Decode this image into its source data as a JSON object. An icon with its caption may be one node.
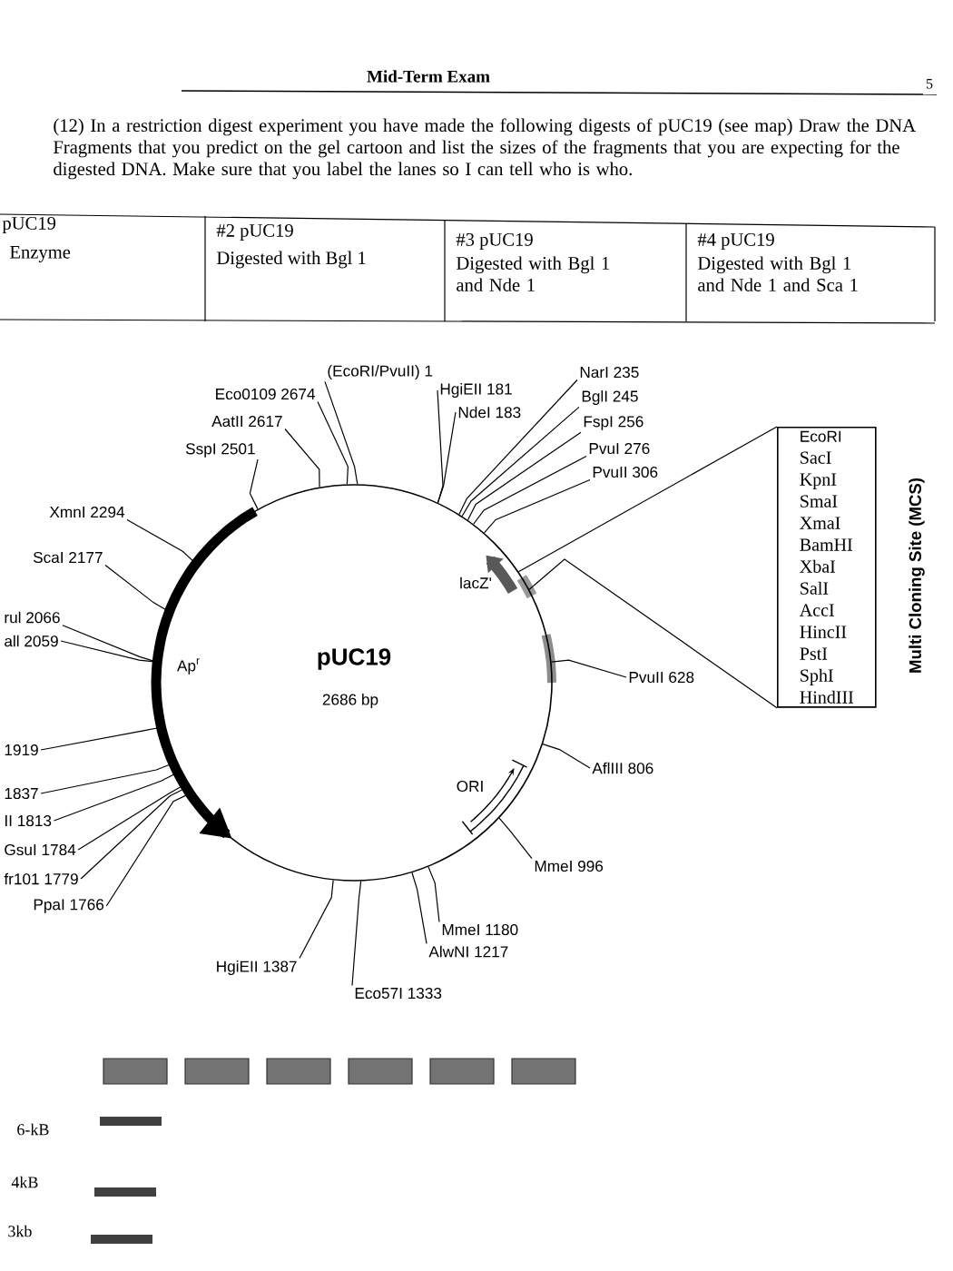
{
  "diagram": {
    "title": "Mid-Term Exam",
    "nodes": [
      {
        "text": [
          "(EcoRI/PvuII) 1"
        ]
      },
      {
        "text": [
          "HgiEII 181"
        ]
      },
      {
        "text": [
          "NdeI 183"
        ]
      },
      {
        "text": [
          "Eco0109 2674"
        ]
      },
      {
        "text": [
          "AatII 2617"
        ]
      },
      {
        "text": [
          "NarI 235"
        ]
      },
      {
        "text": [
          "BglI 245"
        ]
      },
      {
        "text": [
          "SspI 2501"
        ]
      },
      {
        "text": [
          "FspI 256"
        ]
      },
      {
        "text": [
          "PvuI 276"
        ]
      },
      {
        "text": [
          "PvuII 306"
        ]
      },
      {
        "text": [
          "XmnI 2294"
        ]
      },
      {
        "text": [
          "ScaI 2177"
        ]
      },
      {
        "text": [
          "EcoRI",
          "SacI",
          "KpnI",
          "SmaI",
          "XmaI",
          "BamHI",
          "XbaI",
          "SalI",
          "AccI",
          "HincII",
          "PstI",
          "SphI",
          "HindIII"
        ],
        "beside": [
          "Multi Cloning Site (MCS)"
        ]
      },
      {
        "text": [
          "rul 2066"
        ]
      },
      {
        "text": [
          "all 2059"
        ]
      },
      {
        "text": [
          "PvuII 628"
        ]
      },
      {
        "text": [
          "1919"
        ]
      },
      {
        "text": [
          "AflIII 806"
        ]
      },
      {
        "text": [
          "1837"
        ]
      },
      {
        "text": [
          "II 1813"
        ]
      },
      {
        "text": [
          "GsuI 1784"
        ]
      },
      {
        "text": [
          "MmeI 996"
        ]
      },
      {
        "text": [
          "fr101 1779"
        ]
      },
      {
        "text": [
          "PpaI 1766"
        ]
      },
      {
        "text": [
          "MmeI 1180"
        ]
      },
      {
        "text": [
          "AlwNI 1217"
        ]
      },
      {
        "text": [
          "HgiEII 1387"
        ]
      },
      {
        "text": [
          "Eco57I 1333"
        ]
      },
      {
        "text": [],
        "shape": "circle"
      }
    ],
    "edges": [
      {
        "from": 0,
        "to": 29,
        "arrow": "none"
      },
      {
        "from": 1,
        "to": 29,
        "arrow": "none"
      },
      {
        "from": 2,
        "to": 29,
        "arrow": "none"
      },
      {
        "from": 3,
        "to": 29,
        "arrow": "none"
      },
      {
        "from": 4,
        "to": 29,
        "arrow": "none"
      },
      {
        "from": 5,
        "to": 29,
        "arrow": "none"
      },
      {
        "from": 6,
        "to": 29,
        "arrow": "none"
      },
      {
        "from": 7,
        "to": 29,
        "arrow": "none"
      },
      {
        "from": 8,
        "to": 29,
        "arrow": "none"
      },
      {
        "from": 9,
        "to": 29,
        "arrow": "none"
      },
      {
        "from": 10,
        "to": 29,
        "arrow": "none"
      },
      {
        "from": 11,
        "to": 29,
        "arrow": "none"
      },
      {
        "from": 12,
        "to": 29,
        "arrow": "none"
      },
      {
        "from": 13,
        "to": 29,
        "arrow": "none"
      },
      {
        "from": 13,
        "to": 29,
        "arrow": "none"
      },
      {
        "from": 14,
        "to": 29,
        "arrow": "none"
      },
      {
        "from": 15,
        "to": 29,
        "arrow": "none"
      },
      {
        "from": 16,
        "to": 29,
        "arrow": "none"
      },
      {
        "from": 17,
        "to": 29,
        "arrow": "none"
      },
      {
        "from": 18,
        "to": 29,
        "arrow": "none"
      },
      {
        "from": 19,
        "to": 29,
        "arrow": "none"
      },
      {
        "from": 20,
        "to": 29,
        "arrow": "none"
      },
      {
        "from": 21,
        "to": 29,
        "arrow": "none"
      },
      {
        "from": 22,
        "to": 29,
        "arrow": "none"
      },
      {
        "from": 23,
        "to": 29,
        "arrow": "none"
      },
      {
        "from": 24,
        "to": 29,
        "arrow": "none"
      },
      {
        "from": 25,
        "to": 29,
        "arrow": "none"
      },
      {
        "from": 26,
        "to": 29,
        "arrow": "none"
      },
      {
        "from": 27,
        "to": 29,
        "arrow": "none"
      },
      {
        "from": 28,
        "to": 29,
        "arrow": "none"
      }
    ],
    "labels": [
      "5",
      "(12) In a restriction digest experiment you have made the following digests of pUC19 (see map) Draw the DNA Fragments that you predict on the gel cartoon and list the sizes of the fragments that you are expecting for the digested DNA. Make sure that you label the lanes so I can tell who is who.",
      "pUC19",
      "Enzyme",
      "#2 pUC19",
      "Digested with Bgl 1",
      "#3 pUC19",
      "Digested with Bgl 1 and Nde 1",
      "#4 pUC19",
      "Digested with Bgl 1 and Nde 1 and Sca 1",
      "lacZ'",
      "Ap$^{r}$",
      "pUC19",
      "2686 bp",
      "ORI",
      "6-kB",
      "4kB",
      "3kb"
    ]
  }
}
